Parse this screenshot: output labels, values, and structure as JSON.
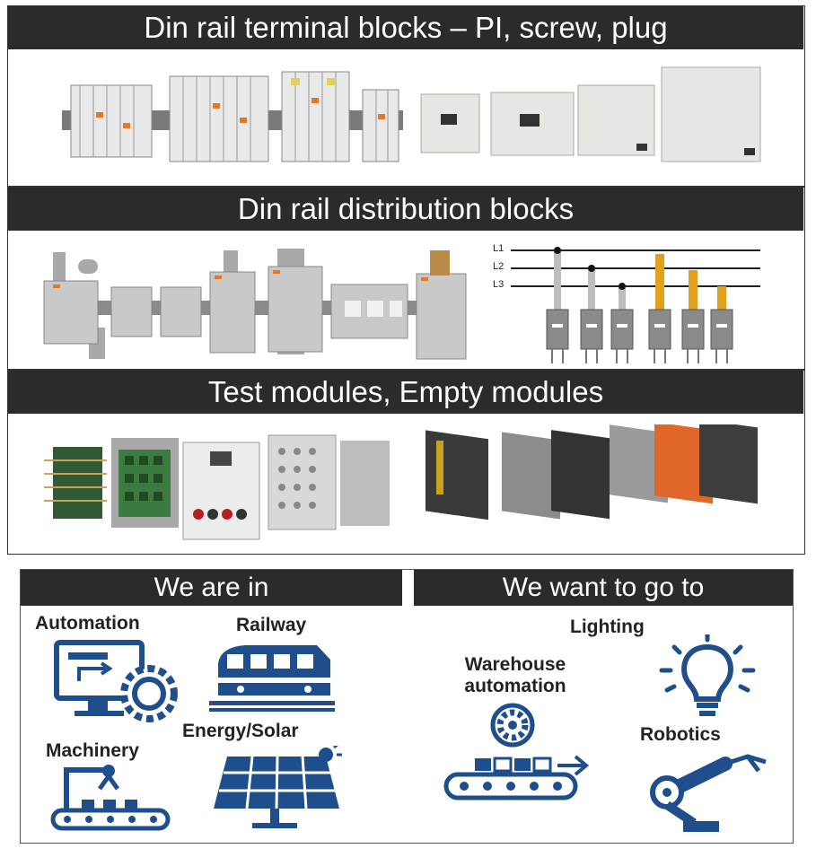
{
  "sections": {
    "terminal": {
      "title": "Din rail terminal blocks – PI, screw, plug"
    },
    "distribution": {
      "title": "Din rail distribution blocks",
      "phase_labels": [
        "L1",
        "L2",
        "L3"
      ]
    },
    "test": {
      "title": "Test modules, Empty modules"
    }
  },
  "markets": {
    "current": {
      "title": "We are in",
      "items": [
        "Automation",
        "Railway",
        "Machinery",
        "Energy/Solar"
      ]
    },
    "future": {
      "title": "We want to go to",
      "items": [
        "Lighting",
        "Warehouse automation",
        "Robotics"
      ]
    }
  },
  "colors": {
    "bar": "#2b2b2b",
    "icon_blue": "#1f4e8c",
    "accent_orange": "#e87722",
    "accent_yellow": "#e0a21b"
  }
}
